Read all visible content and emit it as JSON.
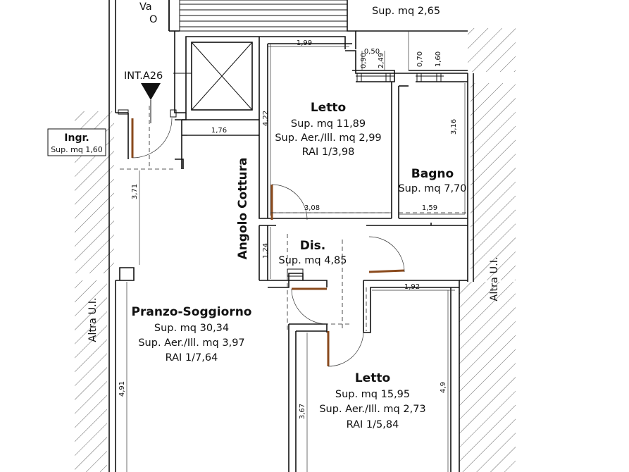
{
  "rooms": {
    "top_partial_area": "Sup. mq 2,65",
    "top_partial_cut_left": "Va",
    "top_partial_cut_left2": "O",
    "letto1": {
      "name": "Letto",
      "area": "Sup. mq 11,89",
      "aer": "Sup. Aer./Ill. mq 2,99",
      "rai": "RAI 1/3,98"
    },
    "bagno": {
      "name": "Bagno",
      "area": "Sup. mq 7,70"
    },
    "ingresso": {
      "name": "Ingr.",
      "area": "Sup. mq 1,60"
    },
    "dis": {
      "name": "Dis.",
      "area": "Sup. mq 4,85"
    },
    "pranzo": {
      "name": "Pranzo-Soggiorno",
      "area": "Sup. mq 30,34",
      "aer": "Sup. Aer./Ill. mq 3,97",
      "rai": "RAI 1/7,64"
    },
    "letto2": {
      "name": "Letto",
      "area": "Sup. mq 15,95",
      "aer": "Sup. Aer./Ill. mq 2,73",
      "rai": "RAI 1/5,84"
    },
    "angolo": "Angolo Cottura"
  },
  "labels": {
    "int": "INT.A26",
    "altra_left": "Altra U.I.",
    "altra_right": "Altra U.I."
  },
  "dimensions": {
    "d199": "1,99",
    "d050": "0,50",
    "d090": "0,90",
    "d249": "2,49",
    "d070": "0,70",
    "d160": "1,60",
    "d316": "3,16",
    "d422": "4,22",
    "d176": "1,76",
    "d371": "3,71",
    "d308": "3,08",
    "d159": "1,59",
    "d124": "1,24",
    "d192": "1,92",
    "d491": "4,91",
    "d367": "3,67",
    "d49": "4,9"
  }
}
